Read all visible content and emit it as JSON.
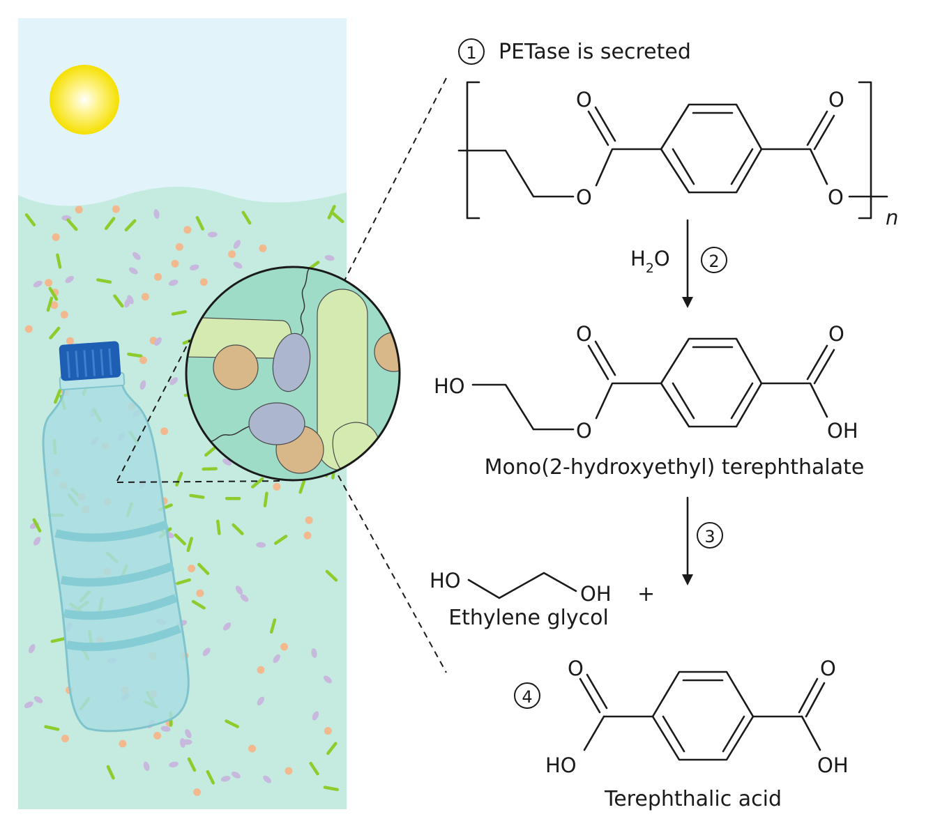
{
  "steps": {
    "step1_num": "1",
    "step1_label": "PETase is secreted",
    "step2_num": "2",
    "step3_num": "3",
    "step4_num": "4"
  },
  "reagent": {
    "h": "H",
    "sub": "2",
    "o": "O"
  },
  "atoms": {
    "o": "O",
    "ho": "HO",
    "oh": "OH",
    "n": "n",
    "plus": "+"
  },
  "compounds": {
    "mhet": "Mono(2-hydroxyethyl) terephthalate",
    "ethylene_glycol": "Ethylene glycol",
    "terephthalic_acid": "Terephthalic acid"
  },
  "colors": {
    "sky": "#e2f4fa",
    "water": "#c5ebe0",
    "sun": "#f5e600",
    "bottle_cap": "#1f5fb3",
    "bottle": "#a9dde2",
    "rod_bacteria": "#8ccc2c",
    "orange_particle": "#f2b98f",
    "purple_particle": "#c7b8dd"
  }
}
